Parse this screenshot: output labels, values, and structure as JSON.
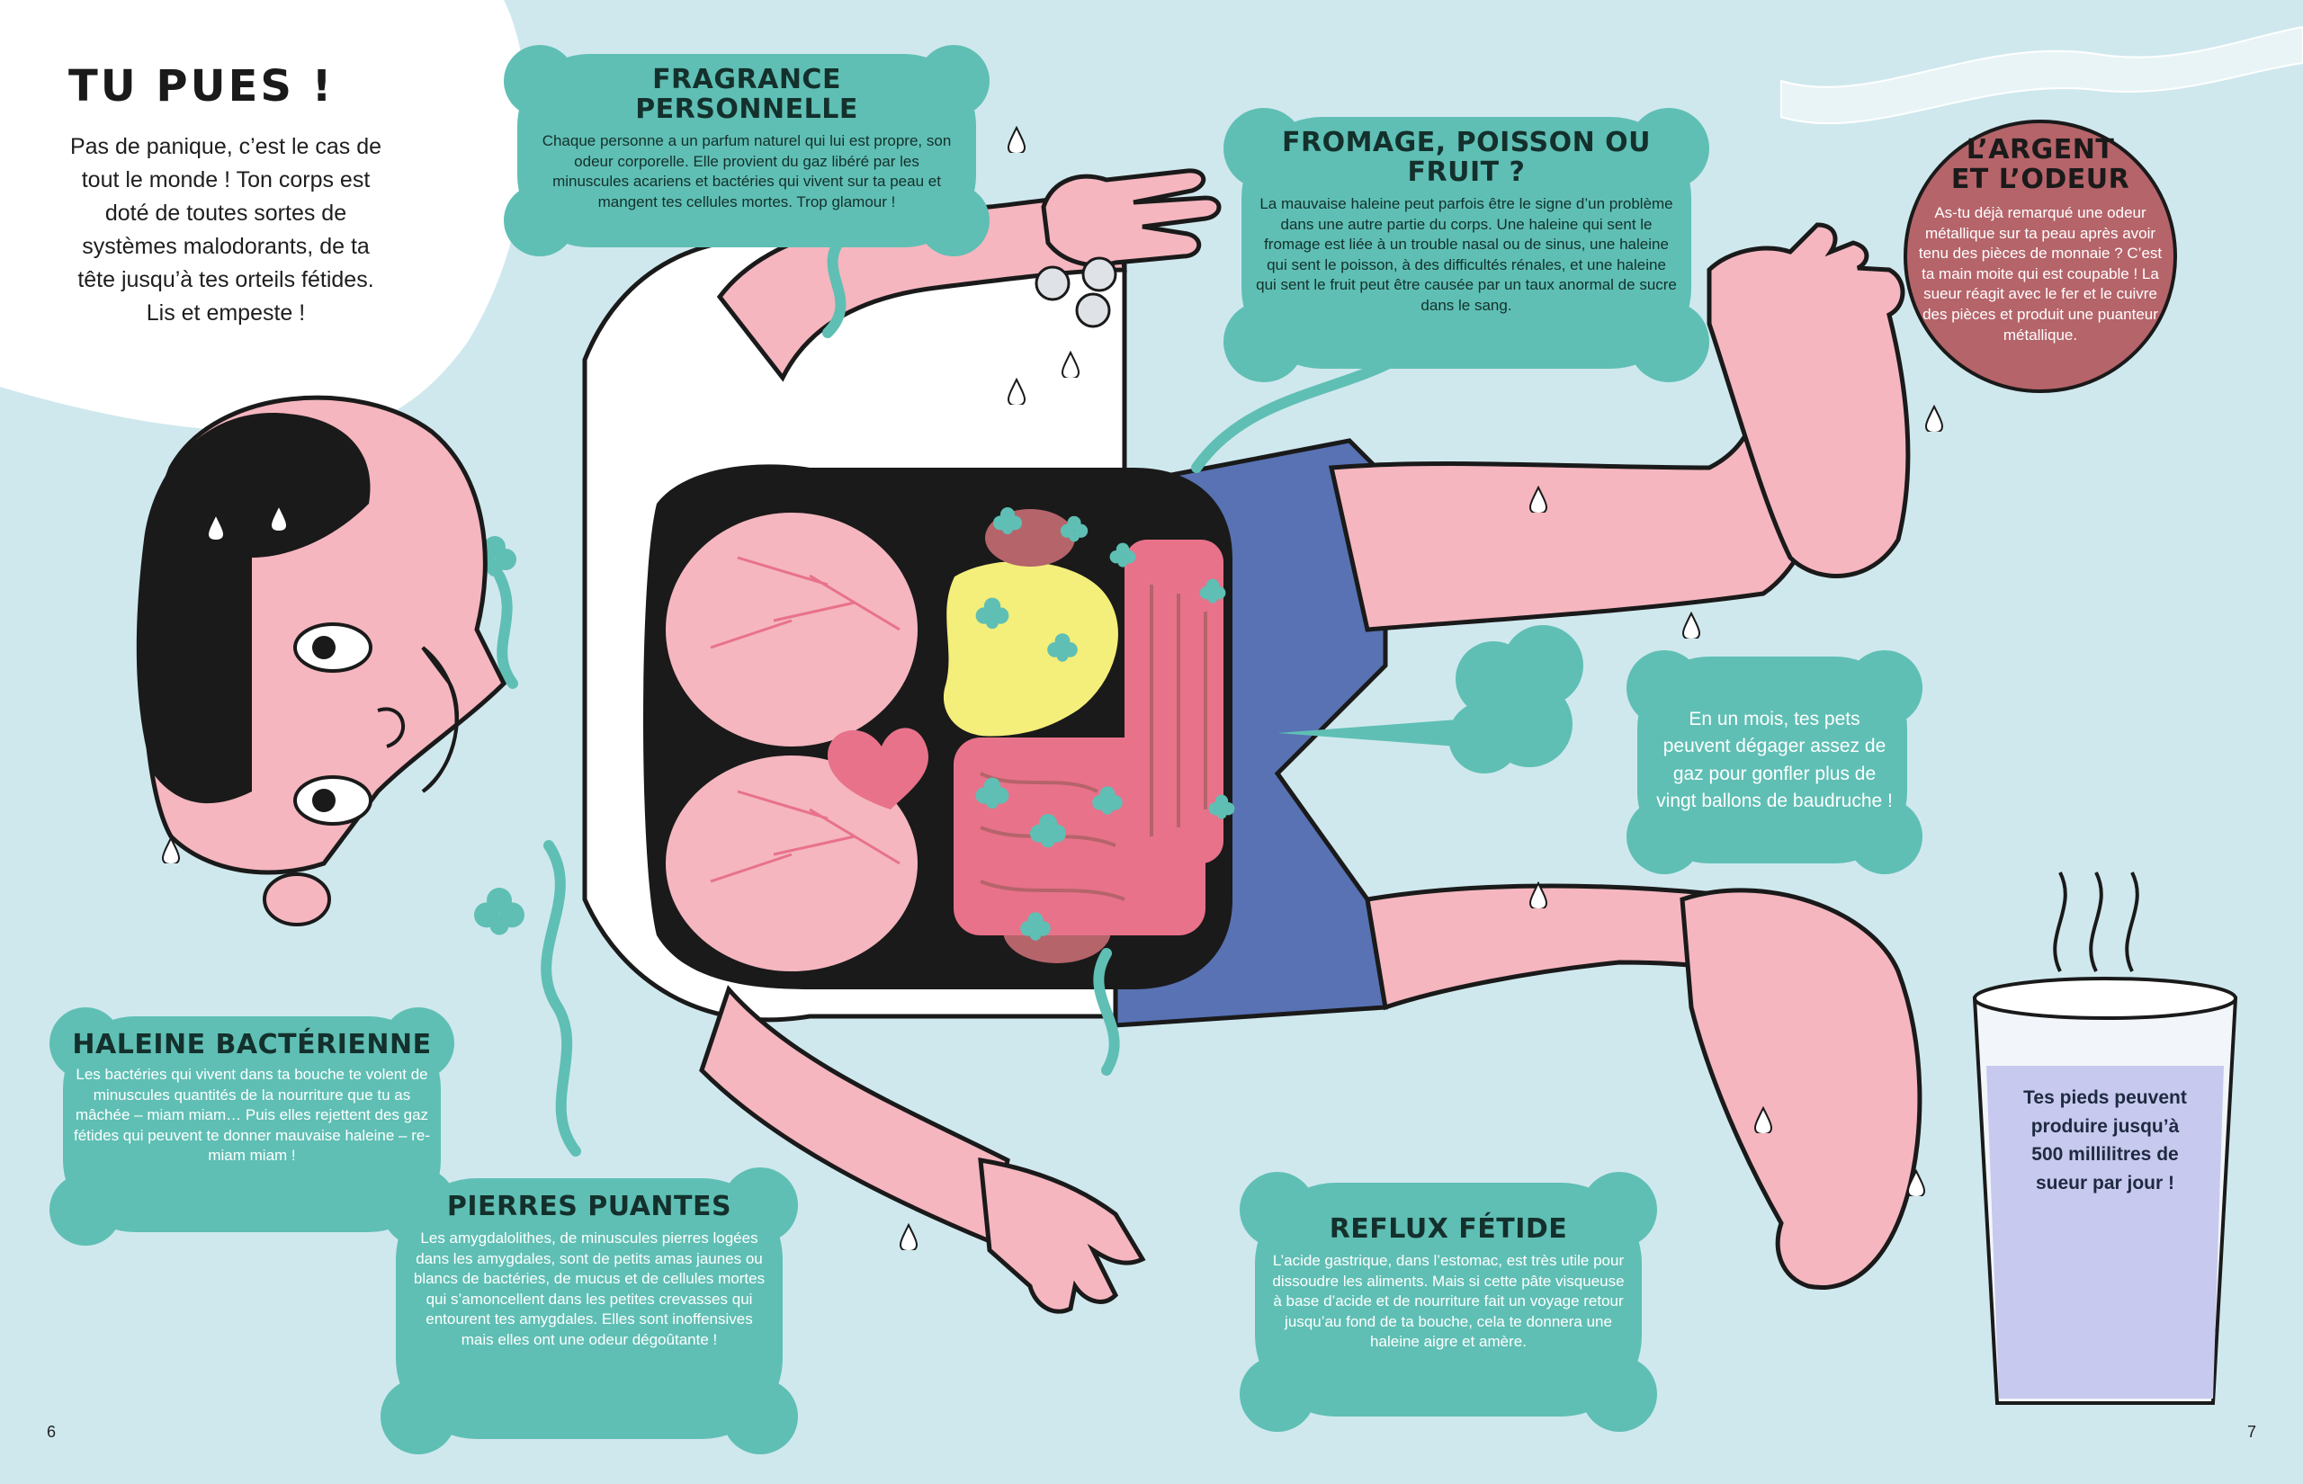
{
  "intro": {
    "title": "TU PUES !",
    "text": "Pas de panique, c’est le cas de tout le monde ! Ton corps est doté de toutes sortes de systèmes malodorants, de ta tête jusqu’à tes orteils fétides. Lis et empeste !"
  },
  "fragrance": {
    "title": "FRAGRANCE PERSONNELLE",
    "text": "Chaque personne a un parfum naturel qui lui est propre, son odeur corporelle. Elle provient du gaz libéré par les minuscules acariens et bactéries qui vivent sur ta peau et mangent tes cellules mortes. Trop glamour !"
  },
  "fromage": {
    "title": "FROMAGE, POISSON OU FRUIT ?",
    "text": "La mauvaise haleine peut parfois être le signe d’un problème dans une autre partie du corps. Une haleine qui sent le fromage est liée à un trouble nasal ou de sinus, une haleine qui sent le poisson, à des difficultés rénales, et une haleine qui sent le fruit peut être causée par un taux anormal de sucre dans le sang."
  },
  "argent": {
    "title_line1": "L’ARGENT",
    "title_line2": "ET L’ODEUR",
    "text": "As-tu déjà remarqué une odeur métallique sur ta peau après avoir tenu des pièces de monnaie ? C’est ta main moite qui est coupable ! La sueur réagit avec le fer et le cuivre des pièces et produit une puanteur métallique."
  },
  "pets": {
    "text": "En un mois, tes pets peuvent dégager assez de gaz pour gonfler plus de vingt ballons de baudruche !"
  },
  "haleine": {
    "title": "HALEINE BACTÉRIENNE",
    "text": "Les bactéries qui vivent dans ta bouche te volent de minuscules quantités de la nourriture que tu as mâchée – miam miam… Puis elles rejettent des gaz fétides qui peuvent te donner mauvaise haleine – re-miam miam !"
  },
  "pierres": {
    "title": "PIERRES PUANTES",
    "text": "Les amygdalolithes, de minuscules pierres logées dans les amygdales, sont de petits amas jaunes ou blancs de bactéries, de mucus et de cellules mortes qui s’amoncellent dans les petites crevasses qui entourent tes amygdales. Elles sont inoffensives mais elles ont une odeur dégoûtante !"
  },
  "reflux": {
    "title": "REFLUX FÉTIDE",
    "text": "L’acide gastrique, dans l’estomac, est très utile pour dissoudre les aliments. Mais si cette pâte visqueuse à base d’acide et de nourriture fait un voyage retour jusqu’au fond de ta bouche, cela te donnera une haleine aigre et amère."
  },
  "glass": {
    "text": "Tes pieds peuvent produire jusqu’à 500 millilitres de sueur par jour !"
  },
  "page_left": "6",
  "page_right": "7",
  "colors": {
    "background": "#cfe8ee",
    "cloud": "#5fbfb4",
    "skin": "#f5b6bf",
    "shorts": "#5872b3",
    "coin_circle": "#b5646a",
    "organ_pink": "#e8728a",
    "stomach_yellow": "#f4ee7b"
  }
}
